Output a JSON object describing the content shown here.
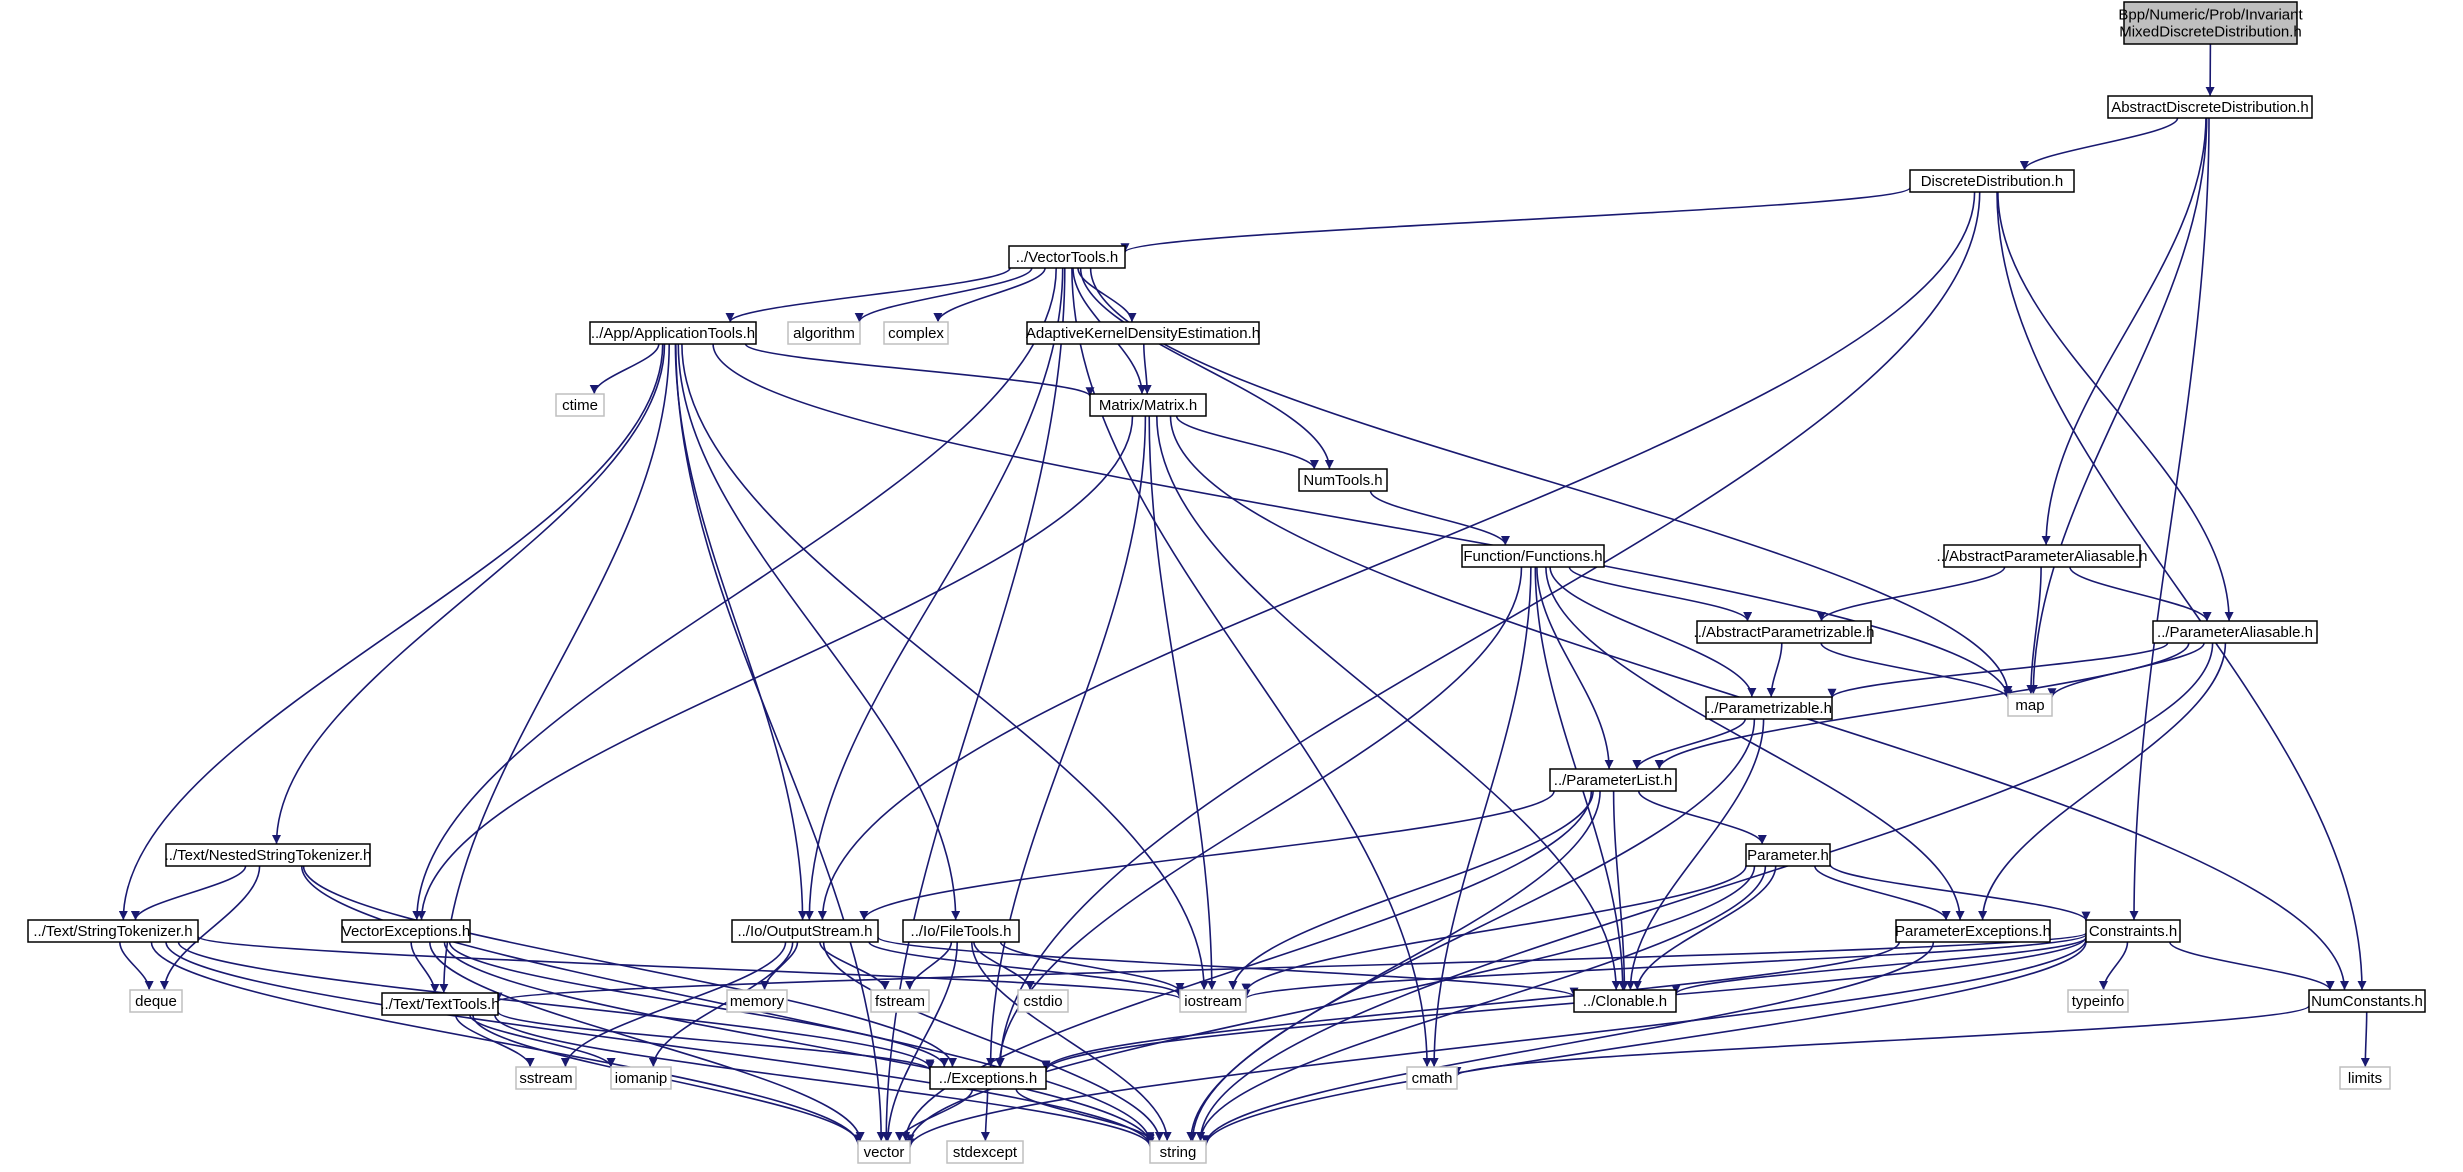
{
  "title": "Bpp/Numeric/Prob/Invariant MixedDiscreteDistribution.h",
  "colors": {
    "edge": "#191970",
    "root_fill": "#bfbfbf",
    "box_border": "#000000",
    "system_border": "#bfbfbf"
  },
  "nodes": [
    {
      "id": "root",
      "lines": [
        "Bpp/Numeric/Prob/Invariant",
        "MixedDiscreteDistribution.h"
      ],
      "kind": "root"
    },
    {
      "id": "AbstractDiscreteDistribution",
      "lines": [
        "AbstractDiscreteDistribution.h"
      ],
      "kind": "file"
    },
    {
      "id": "DiscreteDistribution",
      "lines": [
        "DiscreteDistribution.h"
      ],
      "kind": "file"
    },
    {
      "id": "VectorTools",
      "lines": [
        "../VectorTools.h"
      ],
      "kind": "file"
    },
    {
      "id": "ApplicationTools",
      "lines": [
        "../App/ApplicationTools.h"
      ],
      "kind": "file"
    },
    {
      "id": "algorithm",
      "lines": [
        "algorithm"
      ],
      "kind": "system"
    },
    {
      "id": "complex",
      "lines": [
        "complex"
      ],
      "kind": "system"
    },
    {
      "id": "AdaptiveKernel",
      "lines": [
        "AdaptiveKernelDensityEstimation.h"
      ],
      "kind": "file"
    },
    {
      "id": "ctime",
      "lines": [
        "ctime"
      ],
      "kind": "system"
    },
    {
      "id": "Matrix",
      "lines": [
        "Matrix/Matrix.h"
      ],
      "kind": "file"
    },
    {
      "id": "NumTools",
      "lines": [
        "NumTools.h"
      ],
      "kind": "file"
    },
    {
      "id": "Functions",
      "lines": [
        "Function/Functions.h"
      ],
      "kind": "file"
    },
    {
      "id": "AbstractParameterAliasable",
      "lines": [
        "../AbstractParameterAliasable.h"
      ],
      "kind": "file"
    },
    {
      "id": "AbstractParametrizable",
      "lines": [
        "../AbstractParametrizable.h"
      ],
      "kind": "file"
    },
    {
      "id": "ParameterAliasable",
      "lines": [
        "../ParameterAliasable.h"
      ],
      "kind": "file"
    },
    {
      "id": "map",
      "lines": [
        "map"
      ],
      "kind": "system"
    },
    {
      "id": "Parametrizable",
      "lines": [
        "../Parametrizable.h"
      ],
      "kind": "file"
    },
    {
      "id": "ParameterList",
      "lines": [
        "../ParameterList.h"
      ],
      "kind": "file"
    },
    {
      "id": "NestedStringTokenizer",
      "lines": [
        "../Text/NestedStringTokenizer.h"
      ],
      "kind": "file"
    },
    {
      "id": "Parameter",
      "lines": [
        "Parameter.h"
      ],
      "kind": "file"
    },
    {
      "id": "StringTokenizer",
      "lines": [
        "../Text/StringTokenizer.h"
      ],
      "kind": "file"
    },
    {
      "id": "VectorExceptions",
      "lines": [
        "VectorExceptions.h"
      ],
      "kind": "file"
    },
    {
      "id": "OutputStream",
      "lines": [
        "../Io/OutputStream.h"
      ],
      "kind": "file"
    },
    {
      "id": "FileTools",
      "lines": [
        "../Io/FileTools.h"
      ],
      "kind": "file"
    },
    {
      "id": "ParameterExceptions",
      "lines": [
        "ParameterExceptions.h"
      ],
      "kind": "file"
    },
    {
      "id": "Constraints",
      "lines": [
        "Constraints.h"
      ],
      "kind": "file"
    },
    {
      "id": "deque",
      "lines": [
        "deque"
      ],
      "kind": "system"
    },
    {
      "id": "memory",
      "lines": [
        "memory"
      ],
      "kind": "system"
    },
    {
      "id": "fstream",
      "lines": [
        "fstream"
      ],
      "kind": "system"
    },
    {
      "id": "cstdio",
      "lines": [
        "cstdio"
      ],
      "kind": "system"
    },
    {
      "id": "iostream",
      "lines": [
        "iostream"
      ],
      "kind": "system"
    },
    {
      "id": "Clonable",
      "lines": [
        "../Clonable.h"
      ],
      "kind": "file"
    },
    {
      "id": "typeinfo",
      "lines": [
        "typeinfo"
      ],
      "kind": "system"
    },
    {
      "id": "NumConstants",
      "lines": [
        "NumConstants.h"
      ],
      "kind": "file"
    },
    {
      "id": "TextTools",
      "lines": [
        "../Text/TextTools.h"
      ],
      "kind": "file"
    },
    {
      "id": "sstream",
      "lines": [
        "sstream"
      ],
      "kind": "system"
    },
    {
      "id": "iomanip",
      "lines": [
        "iomanip"
      ],
      "kind": "system"
    },
    {
      "id": "Exceptions",
      "lines": [
        "../Exceptions.h"
      ],
      "kind": "file"
    },
    {
      "id": "cmath",
      "lines": [
        "cmath"
      ],
      "kind": "system"
    },
    {
      "id": "limits",
      "lines": [
        "limits"
      ],
      "kind": "system"
    },
    {
      "id": "vector",
      "lines": [
        "vector"
      ],
      "kind": "system"
    },
    {
      "id": "stdexcept",
      "lines": [
        "stdexcept"
      ],
      "kind": "system"
    },
    {
      "id": "string",
      "lines": [
        "string"
      ],
      "kind": "system"
    }
  ],
  "edges": [
    [
      "root",
      "AbstractDiscreteDistribution"
    ],
    [
      "AbstractDiscreteDistribution",
      "DiscreteDistribution"
    ],
    [
      "AbstractDiscreteDistribution",
      "AbstractParameterAliasable"
    ],
    [
      "AbstractDiscreteDistribution",
      "map"
    ],
    [
      "AbstractDiscreteDistribution",
      "Constraints"
    ],
    [
      "DiscreteDistribution",
      "VectorTools"
    ],
    [
      "DiscreteDistribution",
      "OutputStream"
    ],
    [
      "DiscreteDistribution",
      "Exceptions"
    ],
    [
      "DiscreteDistribution",
      "ParameterAliasable"
    ],
    [
      "DiscreteDistribution",
      "NumConstants"
    ],
    [
      "VectorTools",
      "ApplicationTools"
    ],
    [
      "VectorTools",
      "algorithm"
    ],
    [
      "VectorTools",
      "complex"
    ],
    [
      "VectorTools",
      "AdaptiveKernel"
    ],
    [
      "VectorTools",
      "Matrix"
    ],
    [
      "VectorTools",
      "NumTools"
    ],
    [
      "VectorTools",
      "cmath"
    ],
    [
      "VectorTools",
      "map"
    ],
    [
      "VectorTools",
      "OutputStream"
    ],
    [
      "VectorTools",
      "VectorExceptions"
    ],
    [
      "VectorTools",
      "vector"
    ],
    [
      "ApplicationTools",
      "ctime"
    ],
    [
      "ApplicationTools",
      "Matrix"
    ],
    [
      "ApplicationTools",
      "map"
    ],
    [
      "ApplicationTools",
      "NestedStringTokenizer"
    ],
    [
      "ApplicationTools",
      "StringTokenizer"
    ],
    [
      "ApplicationTools",
      "TextTools"
    ],
    [
      "ApplicationTools",
      "OutputStream"
    ],
    [
      "ApplicationTools",
      "FileTools"
    ],
    [
      "ApplicationTools",
      "iostream"
    ],
    [
      "ApplicationTools",
      "vector"
    ],
    [
      "AdaptiveKernel",
      "Matrix"
    ],
    [
      "Matrix",
      "NumTools"
    ],
    [
      "Matrix",
      "VectorExceptions"
    ],
    [
      "Matrix",
      "iostream"
    ],
    [
      "Matrix",
      "Exceptions"
    ],
    [
      "Matrix",
      "Clonable"
    ],
    [
      "Matrix",
      "NumConstants"
    ],
    [
      "NumTools",
      "Functions"
    ],
    [
      "Functions",
      "AbstractParametrizable"
    ],
    [
      "Functions",
      "Parametrizable"
    ],
    [
      "Functions",
      "ParameterList"
    ],
    [
      "Functions",
      "ParameterExceptions"
    ],
    [
      "Functions",
      "Clonable"
    ],
    [
      "Functions",
      "cmath"
    ],
    [
      "Functions",
      "Exceptions"
    ],
    [
      "AbstractParameterAliasable",
      "AbstractParametrizable"
    ],
    [
      "AbstractParameterAliasable",
      "ParameterAliasable"
    ],
    [
      "AbstractParameterAliasable",
      "map"
    ],
    [
      "AbstractParametrizable",
      "Parametrizable"
    ],
    [
      "AbstractParametrizable",
      "map"
    ],
    [
      "ParameterAliasable",
      "Parametrizable"
    ],
    [
      "ParameterAliasable",
      "map"
    ],
    [
      "ParameterAliasable",
      "ParameterList"
    ],
    [
      "ParameterAliasable",
      "ParameterExceptions"
    ],
    [
      "ParameterAliasable",
      "string"
    ],
    [
      "Parametrizable",
      "ParameterList"
    ],
    [
      "Parametrizable",
      "Clonable"
    ],
    [
      "Parametrizable",
      "string"
    ],
    [
      "ParameterList",
      "OutputStream"
    ],
    [
      "ParameterList",
      "Parameter"
    ],
    [
      "ParameterList",
      "iostream"
    ],
    [
      "ParameterList",
      "Clonable"
    ],
    [
      "ParameterList",
      "vector"
    ],
    [
      "ParameterList",
      "string"
    ],
    [
      "NestedStringTokenizer",
      "StringTokenizer"
    ],
    [
      "NestedStringTokenizer",
      "deque"
    ],
    [
      "NestedStringTokenizer",
      "Exceptions"
    ],
    [
      "NestedStringTokenizer",
      "string"
    ],
    [
      "Parameter",
      "ParameterExceptions"
    ],
    [
      "Parameter",
      "Constraints"
    ],
    [
      "Parameter",
      "iostream"
    ],
    [
      "Parameter",
      "Clonable"
    ],
    [
      "Parameter",
      "vector"
    ],
    [
      "Parameter",
      "string"
    ],
    [
      "StringTokenizer",
      "deque"
    ],
    [
      "StringTokenizer",
      "iostream"
    ],
    [
      "StringTokenizer",
      "Exceptions"
    ],
    [
      "StringTokenizer",
      "vector"
    ],
    [
      "StringTokenizer",
      "string"
    ],
    [
      "VectorExceptions",
      "TextTools"
    ],
    [
      "VectorExceptions",
      "Exceptions"
    ],
    [
      "VectorExceptions",
      "vector"
    ],
    [
      "VectorExceptions",
      "string"
    ],
    [
      "OutputStream",
      "memory"
    ],
    [
      "OutputStream",
      "fstream"
    ],
    [
      "OutputStream",
      "iostream"
    ],
    [
      "OutputStream",
      "sstream"
    ],
    [
      "OutputStream",
      "iomanip"
    ],
    [
      "OutputStream",
      "Clonable"
    ],
    [
      "OutputStream",
      "string"
    ],
    [
      "FileTools",
      "fstream"
    ],
    [
      "FileTools",
      "cstdio"
    ],
    [
      "FileTools",
      "iostream"
    ],
    [
      "FileTools",
      "vector"
    ],
    [
      "FileTools",
      "string"
    ],
    [
      "ParameterExceptions",
      "Exceptions"
    ],
    [
      "ParameterExceptions",
      "string"
    ],
    [
      "Constraints",
      "typeinfo"
    ],
    [
      "Constraints",
      "iostream"
    ],
    [
      "Constraints",
      "Clonable"
    ],
    [
      "Constraints",
      "NumConstants"
    ],
    [
      "Constraints",
      "TextTools"
    ],
    [
      "Constraints",
      "Exceptions"
    ],
    [
      "Constraints",
      "string"
    ],
    [
      "Constraints",
      "vector"
    ],
    [
      "NumConstants",
      "limits"
    ],
    [
      "NumConstants",
      "cmath"
    ],
    [
      "TextTools",
      "sstream"
    ],
    [
      "TextTools",
      "iomanip"
    ],
    [
      "TextTools",
      "Exceptions"
    ],
    [
      "TextTools",
      "vector"
    ],
    [
      "TextTools",
      "string"
    ],
    [
      "Exceptions",
      "vector"
    ],
    [
      "Exceptions",
      "stdexcept"
    ],
    [
      "Exceptions",
      "string"
    ]
  ]
}
